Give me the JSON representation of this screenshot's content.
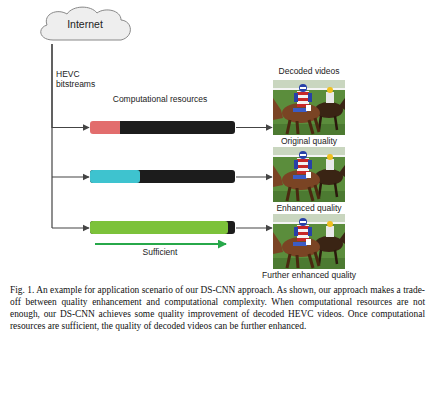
{
  "diagram": {
    "caption": "Fig. 1. An example for application scenario of our DS-CNN approach. As shown, our approach makes a trade-off between quality enhancement and computational complexity. When computational resources are not enough, our DS-CNN achieves some quality improvement of decoded HEVC videos. Once computational resources are sufficient, the quality of decoded videos can be further enhanced.",
    "nodes": [
      {
        "text": [
          "Internet"
        ]
      },
      {
        "text": [
          "Computational resources"
        ]
      },
      {
        "text": [
          "Decoded videos",
          "Original quality"
        ]
      },
      {
        "text": [
          "Enhanced quality"
        ]
      },
      {
        "text": [
          "Further enhanced quality"
        ]
      }
    ],
    "edges": [
      {
        "from": 0,
        "to": 1,
        "arrow": "to"
      },
      {
        "from": 1,
        "to": 2,
        "arrow": "to"
      }
    ],
    "labels": [
      "HEVC bitstreams",
      "Sufficient"
    ]
  }
}
